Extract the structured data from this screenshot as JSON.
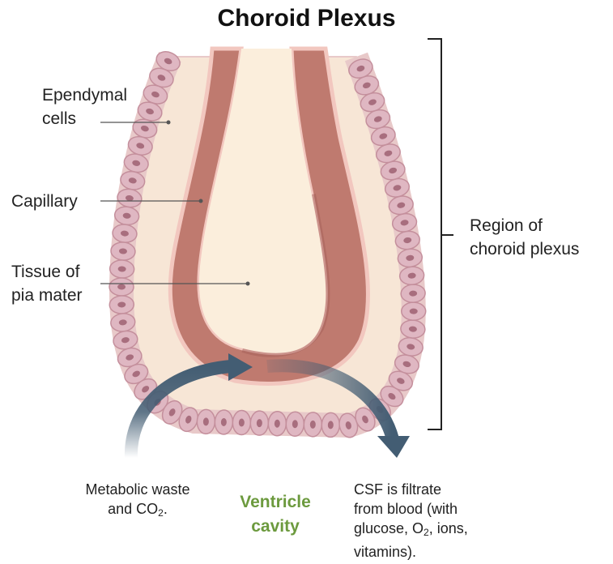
{
  "title": "Choroid Plexus",
  "labels": {
    "ependymal": [
      "Ependymal",
      "cells"
    ],
    "capillary": "Capillary",
    "tissue": [
      "Tissue of",
      "pia mater"
    ],
    "region": [
      "Region of",
      "choroid plexus"
    ]
  },
  "bottom": {
    "waste": {
      "line1": "Metabolic waste",
      "line2_pre": "and CO",
      "line2_sub": "2",
      "line2_post": "."
    },
    "ventricle": [
      "Ventricle",
      "cavity"
    ],
    "csf": {
      "line1": "CSF is filtrate",
      "line2": "from blood (with",
      "line3_pre": "glucose, O",
      "line3_sub": "2",
      "line3_post": ", ions,",
      "line4": "vitamins)."
    }
  },
  "colors": {
    "outer_tissue": "#f7e6d6",
    "cell_fill": "#dfb7c2",
    "cell_nucleus": "#a86e7e",
    "capillary": "#bf7a6f",
    "capillary_dark": "#a45e57",
    "pia_mater": "#fbeedc",
    "arrow": "#435d73",
    "ventricle_label": "#6c9a3e"
  }
}
